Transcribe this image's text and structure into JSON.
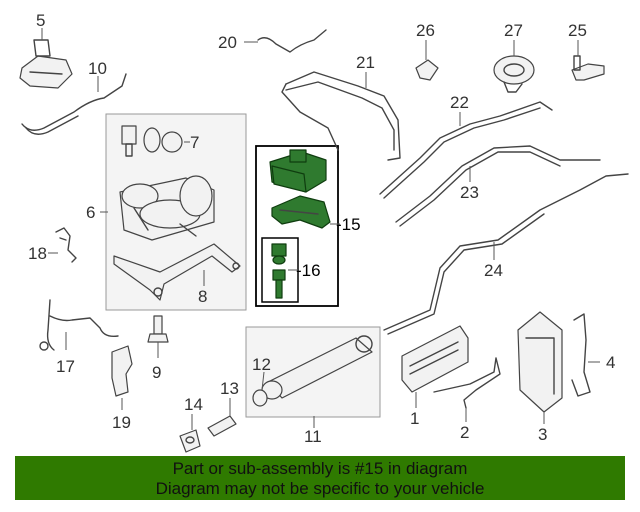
{
  "callouts": {
    "c1": "1",
    "c2": "2",
    "c3": "3",
    "c4": "4",
    "c5": "5",
    "c6": "6",
    "c7": "7",
    "c8": "8",
    "c9": "9",
    "c10": "10",
    "c11": "11",
    "c12": "12",
    "c13": "13",
    "c14": "14",
    "c15": "-15",
    "c16": "-16",
    "c17": "17",
    "c18": "18",
    "c19": "19",
    "c20": "20",
    "c21": "21",
    "c22": "22",
    "c23": "23",
    "c24": "24",
    "c25": "25",
    "c26": "26",
    "c27": "27"
  },
  "highlight_color": "#2f7a2f",
  "banner": {
    "line1": "Part or sub-assembly is #15 in diagram",
    "line2": "Diagram may not be specific to your vehicle",
    "color": "#2f7a00"
  }
}
